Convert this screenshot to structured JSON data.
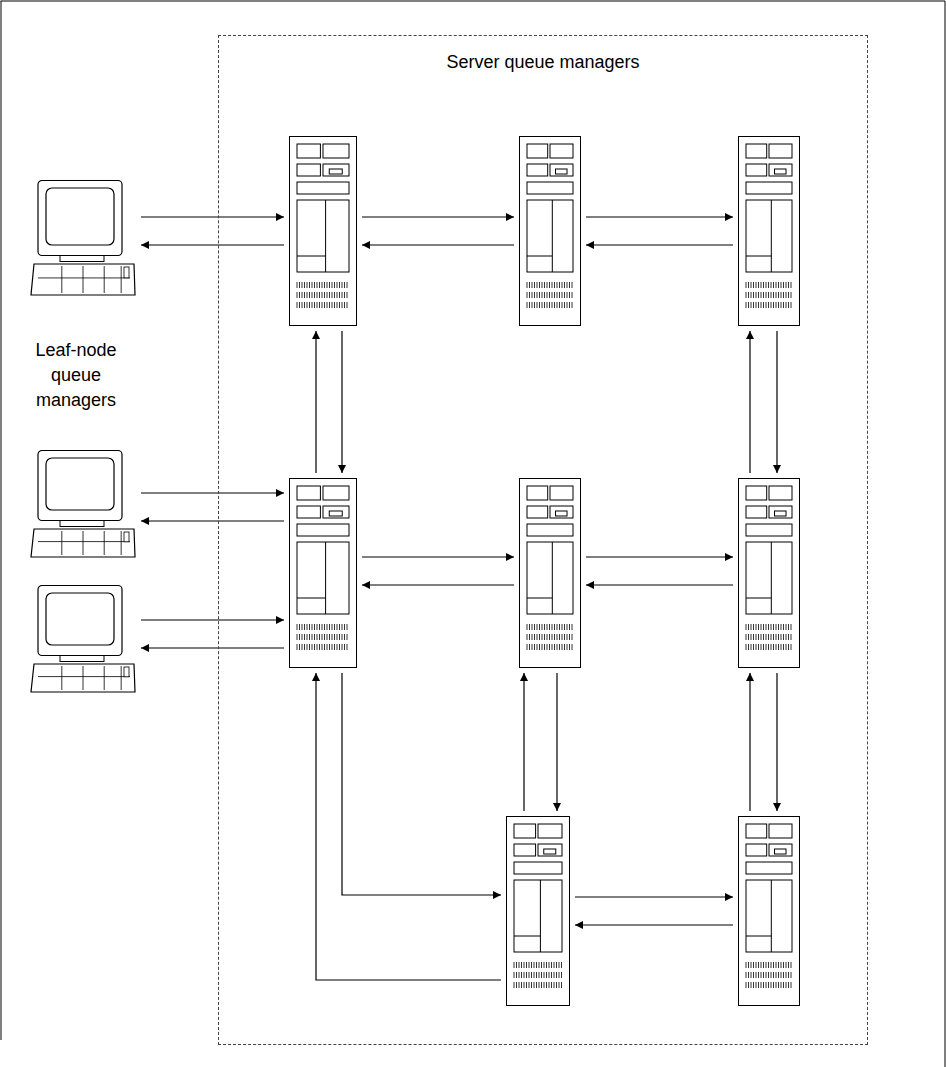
{
  "diagram": {
    "nodes": [
      {
        "text": [
          "Server queue managers"
        ]
      },
      {
        "text": [],
        "in": 0
      },
      {
        "text": [],
        "in": 0
      },
      {
        "text": [],
        "in": 0
      },
      {
        "text": [],
        "in": 0
      },
      {
        "text": [],
        "in": 0
      },
      {
        "text": [],
        "in": 0
      },
      {
        "text": [],
        "in": 0
      },
      {
        "text": [],
        "in": 0
      },
      {
        "text": []
      },
      {
        "text": []
      },
      {
        "text": []
      }
    ],
    "edges": [
      {
        "from": 9,
        "to": 1,
        "arrow": "to"
      },
      {
        "from": 1,
        "to": 9,
        "arrow": "to"
      },
      {
        "from": 1,
        "to": 2,
        "arrow": "to"
      },
      {
        "from": 2,
        "to": 1,
        "arrow": "to"
      },
      {
        "from": 2,
        "to": 3,
        "arrow": "to"
      },
      {
        "from": 3,
        "to": 2,
        "arrow": "to"
      },
      {
        "from": 4,
        "to": 1,
        "arrow": "to"
      },
      {
        "from": 1,
        "to": 4,
        "arrow": "to"
      },
      {
        "from": 6,
        "to": 3,
        "arrow": "to"
      },
      {
        "from": 3,
        "to": 6,
        "arrow": "to"
      },
      {
        "from": 10,
        "to": 4,
        "arrow": "to"
      },
      {
        "from": 4,
        "to": 10,
        "arrow": "to"
      },
      {
        "from": 11,
        "to": 4,
        "arrow": "to"
      },
      {
        "from": 4,
        "to": 11,
        "arrow": "to"
      },
      {
        "from": 4,
        "to": 5,
        "arrow": "to"
      },
      {
        "from": 5,
        "to": 4,
        "arrow": "to"
      },
      {
        "from": 5,
        "to": 6,
        "arrow": "to"
      },
      {
        "from": 6,
        "to": 5,
        "arrow": "to"
      },
      {
        "from": 7,
        "to": 5,
        "arrow": "to"
      },
      {
        "from": 5,
        "to": 7,
        "arrow": "to"
      },
      {
        "from": 8,
        "to": 6,
        "arrow": "to"
      },
      {
        "from": 6,
        "to": 8,
        "arrow": "to"
      },
      {
        "from": 7,
        "to": 8,
        "arrow": "to"
      },
      {
        "from": 8,
        "to": 7,
        "arrow": "to"
      },
      {
        "from": 4,
        "to": 7,
        "arrow": "to"
      },
      {
        "from": 7,
        "to": 4,
        "arrow": "to"
      }
    ],
    "labels": [
      "Leaf-node queue managers"
    ]
  }
}
